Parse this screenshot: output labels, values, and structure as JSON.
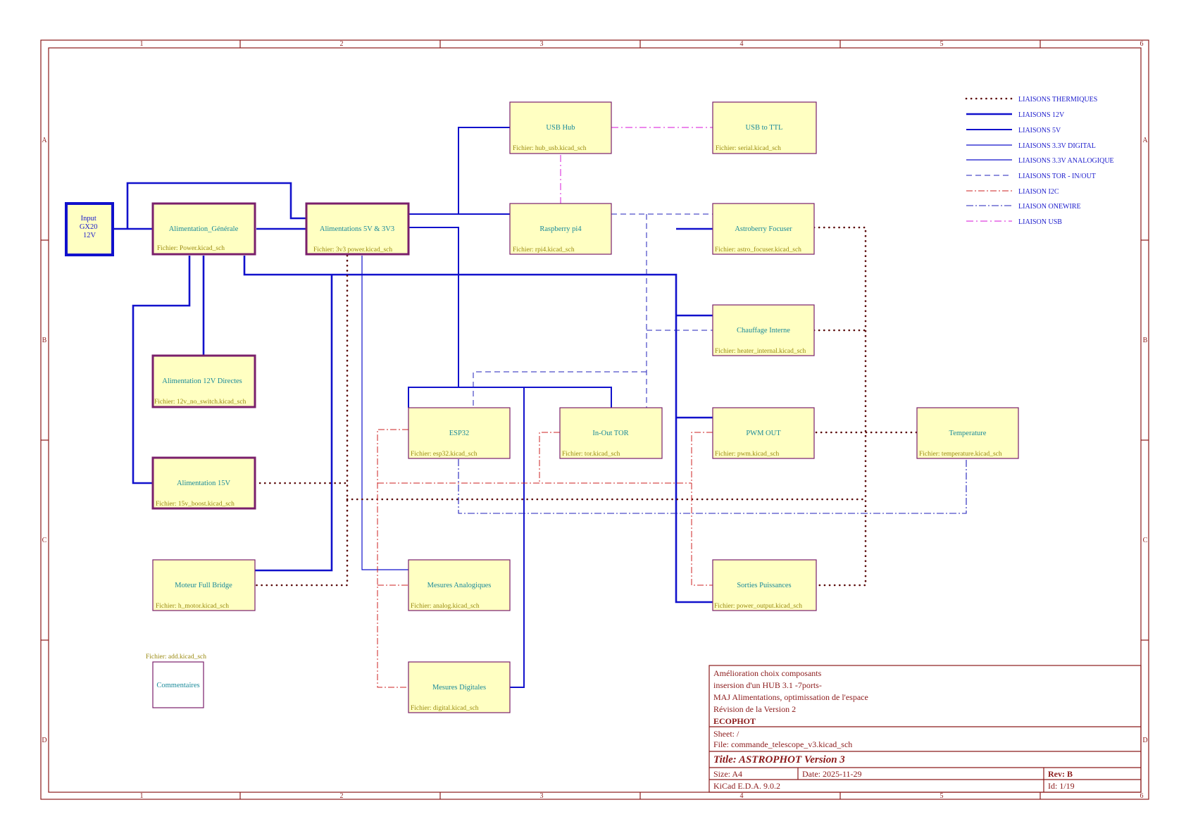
{
  "frame": {
    "columns": [
      "1",
      "2",
      "3",
      "4",
      "5",
      "6"
    ],
    "rows": [
      "A",
      "B",
      "C",
      "D"
    ]
  },
  "sheets": [
    {
      "id": "input",
      "name": "Input\nGX20\n12V",
      "file": ""
    },
    {
      "id": "alim_gen",
      "name": "Alimentation_Générale",
      "file": "Fichier: Power.kicad_sch"
    },
    {
      "id": "alim_5v",
      "name": "Alimentations 5V & 3V3",
      "file": "Fichier: 3v3 power.kicad_sch"
    },
    {
      "id": "usb_hub",
      "name": "USB Hub",
      "file": "Fichier: hub_usb.kicad_sch"
    },
    {
      "id": "usb_ttl",
      "name": "USB to TTL",
      "file": "Fichier: serial.kicad_sch"
    },
    {
      "id": "rpi",
      "name": "Raspberry pi4",
      "file": "Fichier: rpi4.kicad_sch"
    },
    {
      "id": "focuser",
      "name": "Astroberry Focuser",
      "file": "Fichier: astro_focuser.kicad_sch"
    },
    {
      "id": "heater",
      "name": "Chauffage Interne",
      "file": "Fichier: heater_internal.kicad_sch"
    },
    {
      "id": "alim_12v",
      "name": "Alimentation 12V Directes",
      "file": "Fichier: 12v_no_switch.kicad_sch"
    },
    {
      "id": "esp32",
      "name": "ESP32",
      "file": "Fichier: esp32.kicad_sch"
    },
    {
      "id": "tor",
      "name": "In-Out TOR",
      "file": "Fichier: tor.kicad_sch"
    },
    {
      "id": "pwm",
      "name": "PWM OUT",
      "file": "Fichier: pwm.kicad_sch"
    },
    {
      "id": "temp",
      "name": "Temperature",
      "file": "Fichier: temperature.kicad_sch"
    },
    {
      "id": "alim_15v",
      "name": "Alimentation 15V",
      "file": "Fichier: 15v_boost.kicad_sch"
    },
    {
      "id": "motor",
      "name": "Moteur Full Bridge",
      "file": "Fichier: h_motor.kicad_sch"
    },
    {
      "id": "analog",
      "name": "Mesures Analogiques",
      "file": "Fichier: analog.kicad_sch"
    },
    {
      "id": "sorties",
      "name": "Sorties Puissances",
      "file": "Fichier: power_output.kicad_sch"
    },
    {
      "id": "digital",
      "name": "Mesures Digitales",
      "file": "Fichier: digital.kicad_sch"
    },
    {
      "id": "comments",
      "name": "Commentaires",
      "file": "Fichier: add.kicad_sch"
    }
  ],
  "legend": [
    {
      "label": "LIAISONS THERMIQUES",
      "style": "therm"
    },
    {
      "label": "LIAISONS 12V",
      "style": "w12"
    },
    {
      "label": "LIAISONS 5V",
      "style": "w5"
    },
    {
      "label": "LIAISONS 3.3V DIGITAL",
      "style": "w33"
    },
    {
      "label": "LIAISONS 3.3V ANALOGIQUE",
      "style": "w33"
    },
    {
      "label": "LIAISONS TOR - IN/OUT",
      "style": "tor"
    },
    {
      "label": "LIAISON I2C",
      "style": "i2c"
    },
    {
      "label": "LIAISON ONEWIRE",
      "style": "ow"
    },
    {
      "label": "LIAISON USB",
      "style": "usb"
    }
  ],
  "title_block": {
    "comments": [
      "Amélioration choix composants",
      "insersion d'un HUB 3.1 -7ports-",
      "MAJ Alimentations, optimissation de l'espace",
      "Révision de la Version 2"
    ],
    "company": "ECOPHOT",
    "sheet": "Sheet: /",
    "file": "File: commande_telescope_v3.kicad_sch",
    "title": "Title: ASTROPHOT Version 3",
    "size": "Size: A4",
    "date": "Date: 2025-11-29",
    "rev": "Rev: B",
    "tool": "KiCad E.D.A. 9.0.2",
    "id": "Id: 1/19"
  },
  "colors": {
    "frame": "#8b1a1a",
    "sheet_fill": "#ffffc2",
    "sheet_border": "#7a1f6b",
    "power_wire": "#1111cc",
    "thermal": "#5a0a0a",
    "i2c": "#cc2222",
    "usb": "#e040e0",
    "sheet_name": "#1a8a9a",
    "sheet_file": "#9a8a10"
  }
}
